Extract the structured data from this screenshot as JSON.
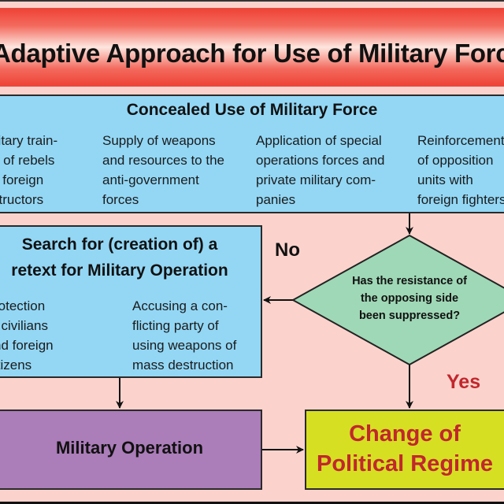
{
  "title": "Adaptive Approach for Use of Military Force",
  "concealed": {
    "heading": "Concealed Use of Military Force",
    "items": [
      [
        "ilitary train-",
        "g of rebels",
        "y foreign",
        "structors"
      ],
      [
        "Supply of weapons",
        "and resources to the",
        "anti-government",
        "forces"
      ],
      [
        "Application of special",
        "operations forces and",
        "private military com-",
        "panies"
      ],
      [
        "Reinforcement",
        "of opposition",
        "units with",
        "foreign fighters"
      ]
    ]
  },
  "pretext": {
    "heading_line1": "Search for (creation of) a",
    "heading_line2": "retext for Military Operation",
    "items": [
      [
        "rotection",
        "f civilians",
        "nd foreign",
        "itizens"
      ],
      [
        "Accusing a con-",
        "flicting party of",
        "using weapons of",
        "mass destruction"
      ]
    ]
  },
  "decision": {
    "line1": "Has the resistance of",
    "line2": "the opposing side",
    "line3": "been suppressed?",
    "no_label": "No",
    "yes_label": "Yes"
  },
  "military_operation": "Military Operation",
  "regime_change": {
    "line1": "Change of",
    "line2": "Political Regime"
  },
  "colors": {
    "background": "#fbd3cc",
    "title_red": "#ee4336",
    "blue_box": "#93d7f5",
    "diamond_green": "#9fd8b6",
    "purple_box": "#ab7db9",
    "yellow_box": "#d6df22",
    "accent_red_text": "#c1272d"
  }
}
